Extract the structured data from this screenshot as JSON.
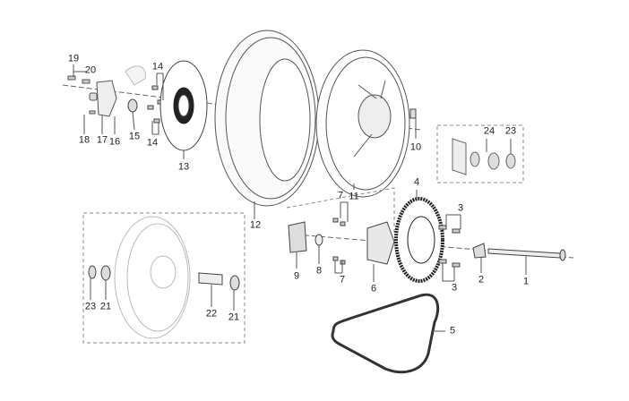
{
  "diagram": {
    "title": "Rear wheel exploded parts diagram",
    "callouts": [
      "19",
      "20",
      "14",
      "14",
      "13",
      "15",
      "16",
      "17",
      "18",
      "12",
      "11",
      "10",
      "24",
      "23",
      "7",
      "7",
      "4",
      "3",
      "3",
      "9",
      "8",
      "6",
      "2",
      "1",
      "23",
      "21",
      "22",
      "21",
      "5"
    ]
  }
}
